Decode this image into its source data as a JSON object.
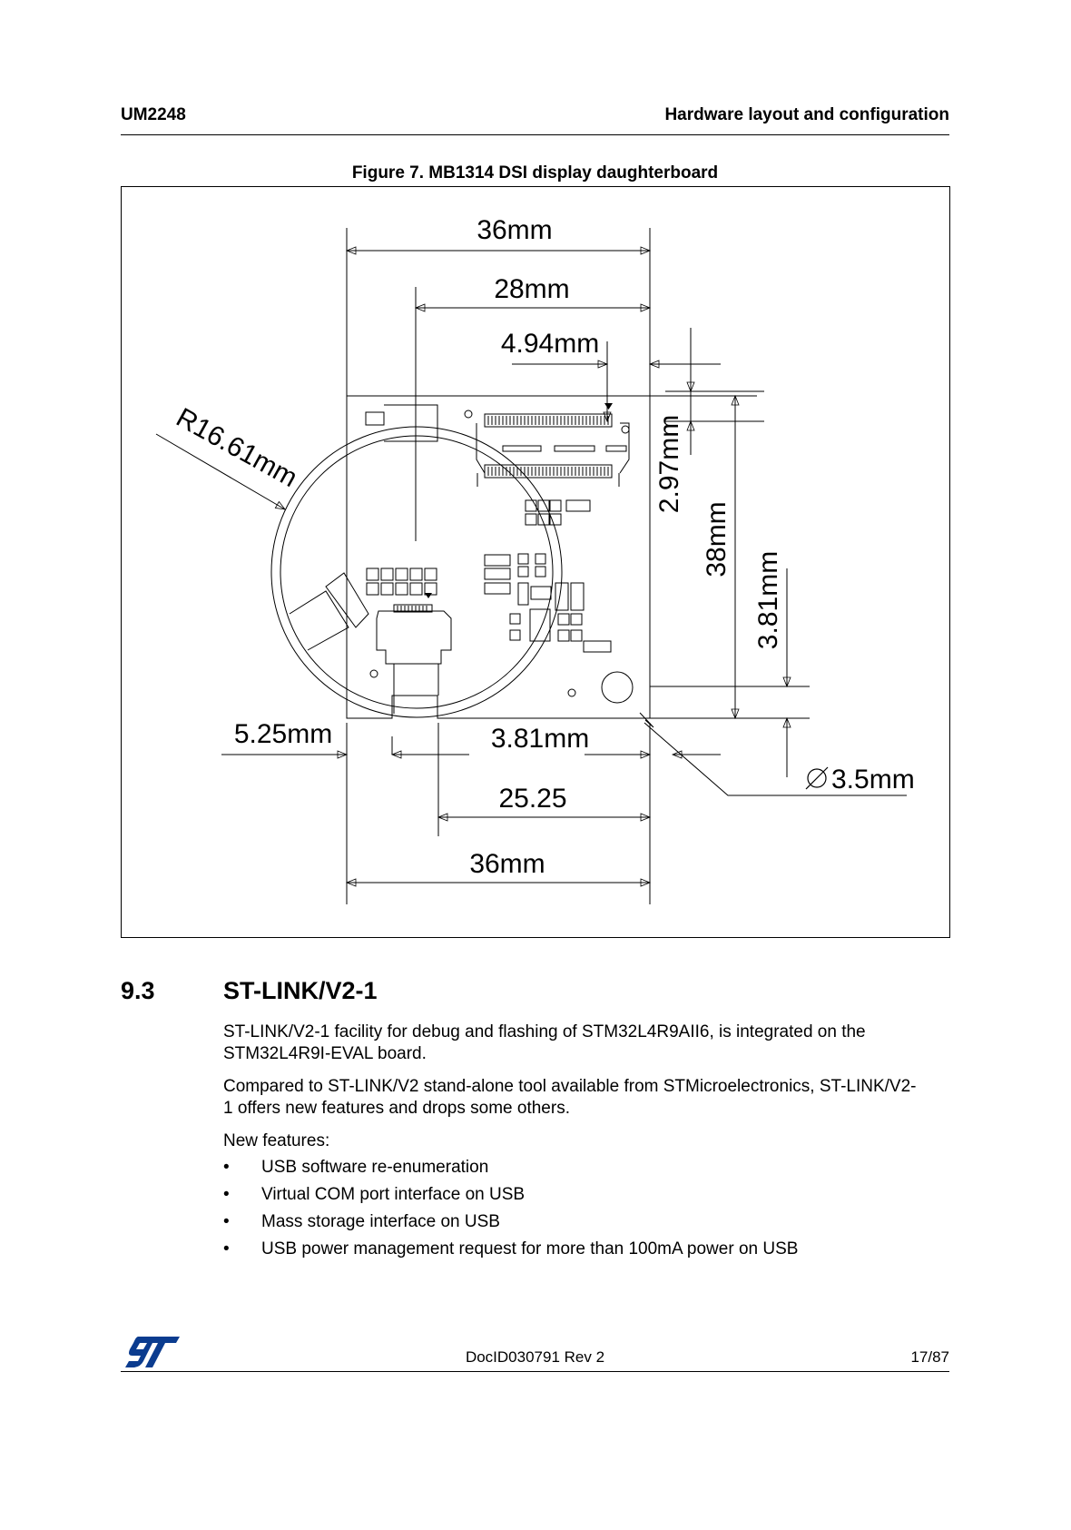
{
  "header": {
    "doc_code": "UM2248",
    "section_title": "Hardware layout and configuration"
  },
  "figure": {
    "title": "Figure 7. MB1314 DSI display daughterboard",
    "dims": {
      "top_width": "36mm",
      "inner_width": "28mm",
      "offset_top": "4.94mm",
      "radius": "R16.61mm",
      "conn_pitch": "2.97mm",
      "height": "38mm",
      "hole_offset_v": "3.81mm",
      "left_offset": "5.25mm",
      "hole_offset_h": "3.81mm",
      "hole_dia": "3.5mm",
      "bottom_inner": "25.25",
      "bottom_width": "36mm"
    }
  },
  "section": {
    "number": "9.3",
    "title": "ST-LINK/V2-1",
    "para1_line1": "ST-LINK/V2-1 facility for debug and flashing of STM32L4R9AII6, is integrated on the",
    "para1_line2": "STM32L4R9I-EVAL board.",
    "para2_line1": "Compared to ST-LINK/V2 stand-alone tool available from STMicroelectronics, ST-LINK/V2-",
    "para2_line2": "1 offers new features and drops some others.",
    "new_features_label": "New features:",
    "bullet_symbol": "•",
    "features": [
      "USB software re-enumeration",
      "Virtual COM port interface on USB",
      "Mass storage interface on USB",
      "USB power management request for more than 100mA power on USB"
    ]
  },
  "footer": {
    "doc_id": "DocID030791 Rev 2",
    "page": "17/87"
  },
  "colors": {
    "logo_blue": "#0b3c8f"
  }
}
